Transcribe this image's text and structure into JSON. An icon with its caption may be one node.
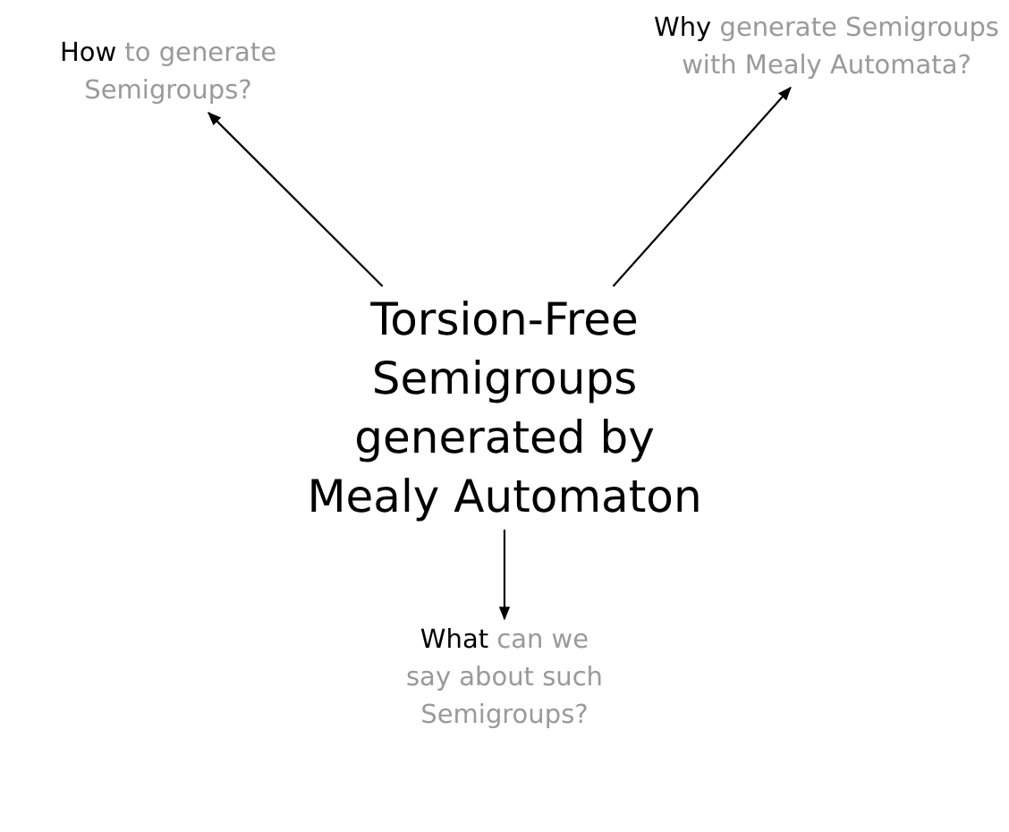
{
  "diagram": {
    "nodes": [
      {
        "text": [
          "Torsion-Free Semigroups generated by Mealy Automaton"
        ]
      },
      {
        "text": [
          "How",
          "to generate Semigroups?"
        ]
      },
      {
        "text": [
          "Why",
          "generate Semigroups with Mealy Automata?"
        ]
      },
      {
        "text": [
          "What",
          "can we say about such Semigroups?"
        ]
      }
    ],
    "edges": [
      {
        "from": 0,
        "to": 1,
        "arrow": "to"
      },
      {
        "from": 0,
        "to": 2,
        "arrow": "to"
      },
      {
        "from": 0,
        "to": 3,
        "arrow": "to"
      }
    ]
  }
}
